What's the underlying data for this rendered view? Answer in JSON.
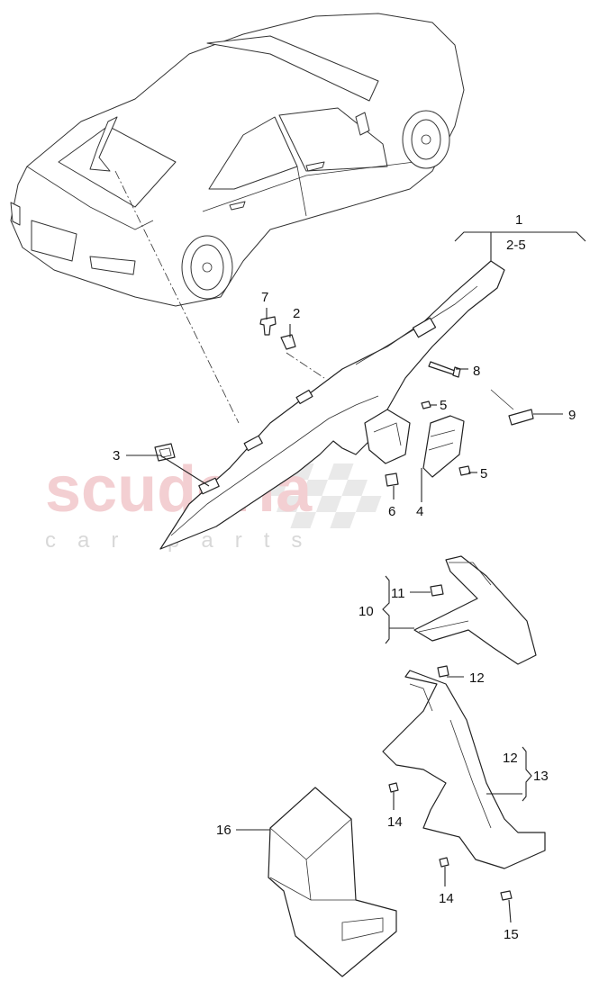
{
  "watermark": {
    "brand": "scuderia",
    "tagline": "car parts"
  },
  "callouts": {
    "c1": "1",
    "c1_range": "2-5",
    "c2": "2",
    "c3": "3",
    "c4": "4",
    "c5a": "5",
    "c5b": "5",
    "c6": "6",
    "c7": "7",
    "c8": "8",
    "c9": "9",
    "c10": "10",
    "c11": "11",
    "c12a": "12",
    "c12b": "12",
    "c13": "13",
    "c14a": "14",
    "c14b": "14",
    "c15": "15",
    "c16": "16"
  },
  "colors": {
    "watermark_red": "#f3cfd2",
    "watermark_grey": "#d8d8d8",
    "line": "#222222"
  }
}
